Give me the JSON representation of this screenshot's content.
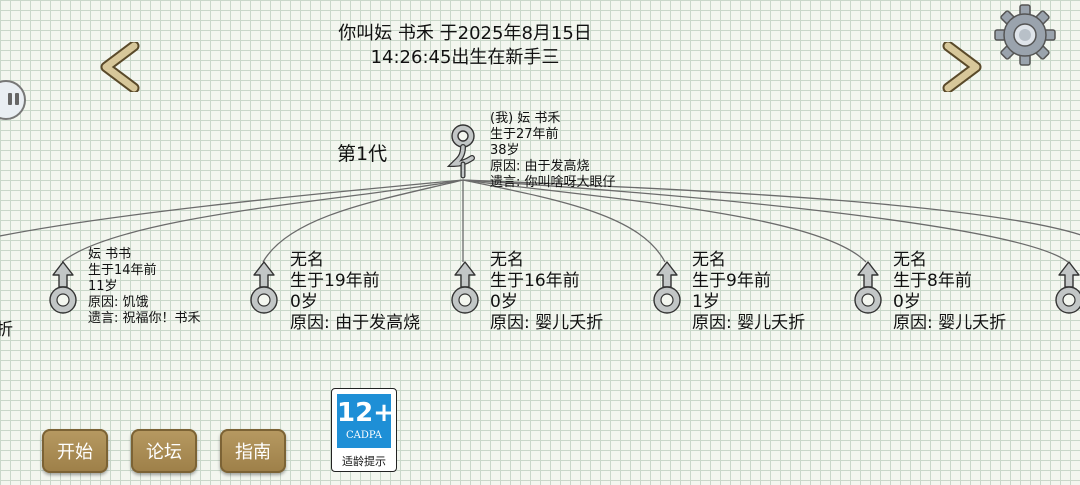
{
  "header": {
    "line1": "你叫妘 书禾 于2025年8月15日",
    "line2": "14:26:45出生在新手三"
  },
  "generation_label": "第1代",
  "self": {
    "lines": [
      "(我) 妘 书禾",
      "生于27年前",
      "38岁",
      "原因: 由于发高烧",
      "遗言: 你叫啥呀大眼仔"
    ]
  },
  "children": [
    {
      "lines": [
        "妘 书书",
        "生于14年前",
        "11岁",
        "原因: 饥饿",
        "遗言: 祝福你！书禾"
      ]
    },
    {
      "lines": [
        "无名",
        "生于19年前",
        "0岁",
        "原因: 由于发高烧"
      ]
    },
    {
      "lines": [
        "无名",
        "生于16年前",
        "0岁",
        "原因: 婴儿夭折"
      ]
    },
    {
      "lines": [
        "无名",
        "生于9年前",
        "1岁",
        "原因: 婴儿夭折"
      ]
    },
    {
      "lines": [
        "无名",
        "生于8年前",
        "0岁",
        "原因: 婴儿夭折"
      ]
    }
  ],
  "offscreen_left_text": "折",
  "buttons": {
    "start": "开始",
    "forum": "论坛",
    "guide": "指南"
  },
  "age_rating": {
    "rating": "12+",
    "org": "CADPA",
    "tip": "适龄提示"
  },
  "colors": {
    "button": "#a88a52",
    "rating_blue": "#1e8fd6",
    "arrow": "#d7c79a"
  }
}
